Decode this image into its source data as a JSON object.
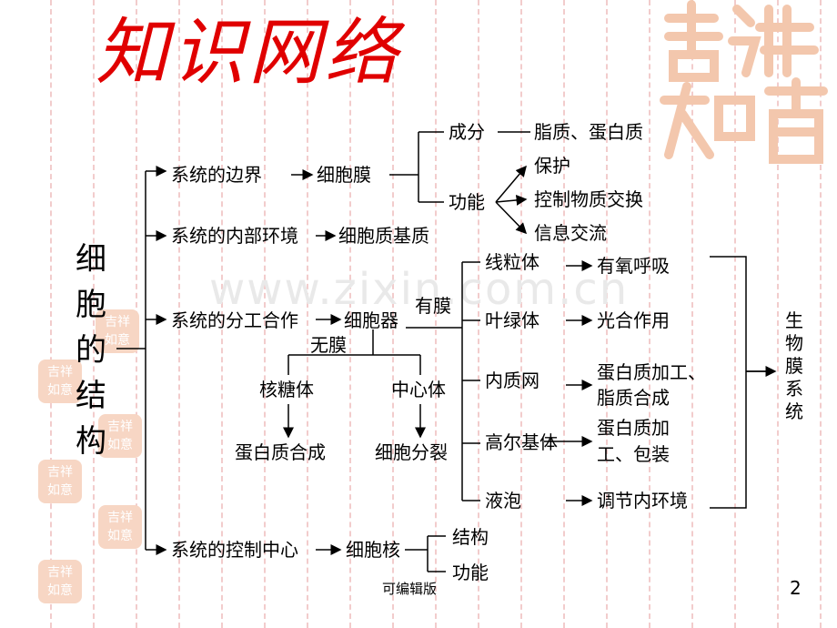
{
  "title": "知识网络",
  "main_vertical": "细胞的结构",
  "branches": {
    "b1": "系统的边界",
    "b1_target": "细胞膜",
    "b1_composition": "成分",
    "b1_composition_value": "脂质、蛋白质",
    "b1_function": "功能",
    "b1_f1": "保护",
    "b1_f2": "控制物质交换",
    "b1_f3": "信息交流",
    "b2": "系统的内部环境",
    "b2_target": "细胞质基质",
    "b3": "系统的分工合作",
    "b3_target": "细胞器",
    "membrane_yes": "有膜",
    "membrane_no": "无膜",
    "nm1": "核糖体",
    "nm1_func": "蛋白质合成",
    "nm2": "中心体",
    "nm2_func": "细胞分裂",
    "m1": "线粒体",
    "m1_func": "有氧呼吸",
    "m2": "叶绿体",
    "m2_func": "光合作用",
    "m3": "内质网",
    "m3_func_l1": "蛋白质加工、",
    "m3_func_l2": "脂质合成",
    "m4": "高尔基体",
    "m4_func_l1": "蛋白质加",
    "m4_func_l2": "工、包装",
    "m5": "液泡",
    "m5_func": "调节内环境",
    "bio_membrane": "生物膜系统",
    "b4": "系统的控制中心",
    "b4_target": "细胞核",
    "b4_s1": "结构",
    "b4_s2": "功能"
  },
  "footer": "可编辑版",
  "page_number": "2",
  "watermark": "www.zixin.com.cn",
  "decor": {
    "title_color": "#e00000",
    "stamp_color": "#f7d6c4"
  }
}
